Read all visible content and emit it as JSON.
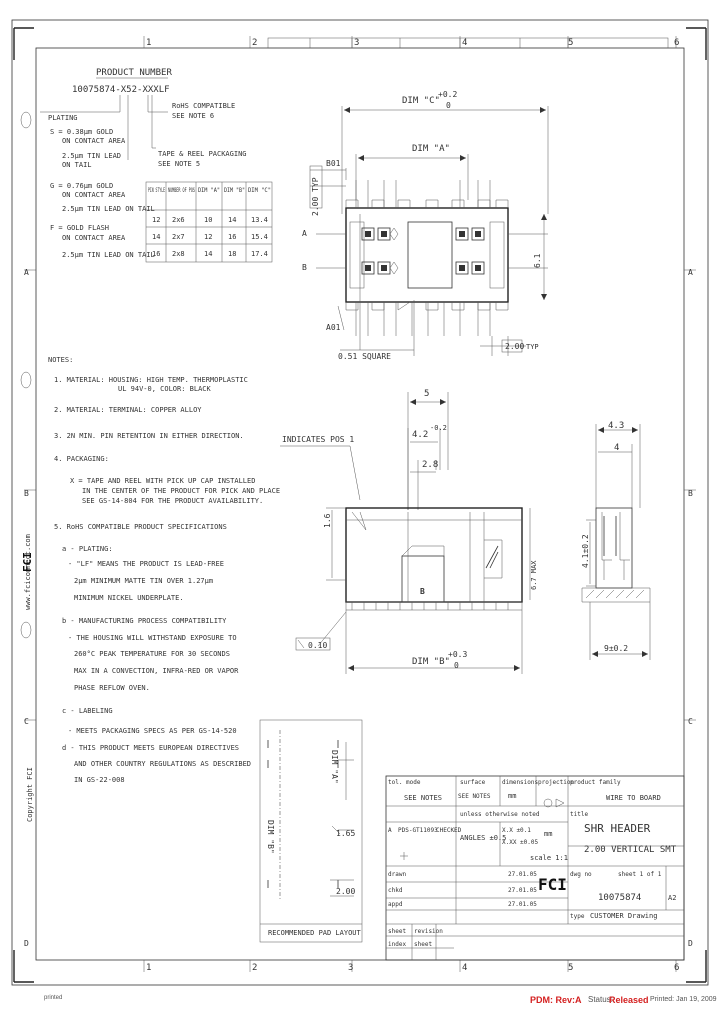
{
  "frame": {
    "cols_top": [
      "1",
      "2",
      "3",
      "4",
      "5",
      "6"
    ],
    "cols_bottom": [
      "1",
      "2",
      "3",
      "4",
      "5",
      "6"
    ],
    "rows": [
      "A",
      "B",
      "C",
      "D"
    ],
    "copyright": "Copyright FCI",
    "fci_vertical": "FCI",
    "fci_url": "www.fciconnect.com"
  },
  "product_number": {
    "title": "PRODUCT NUMBER",
    "code": "10075874-X52-XXXLF",
    "rohs": [
      "RoHS COMPATIBLE",
      "SEE NOTE 6"
    ],
    "tape": [
      "TAPE & REEL PACKAGING",
      "SEE NOTE 5"
    ]
  },
  "plating": {
    "title": "PLATING",
    "options": [
      [
        "S = 0.38µm GOLD",
        "ON CONTACT AREA",
        "2.5µm TIN LEAD",
        "ON TAIL"
      ],
      [
        "G = 0.76µm GOLD",
        "ON CONTACT AREA",
        "2.5µm TIN LEAD ON TAIL"
      ],
      [
        "F = GOLD FLASH",
        "ON CONTACT AREA",
        "2.5µm TIN LEAD ON TAIL"
      ]
    ]
  },
  "pin_table": {
    "headers": [
      "PIN STYLE",
      "NUMBER OF POS",
      "DIM \"A\"",
      "DIM \"B\"",
      "DIM \"C\""
    ],
    "rows": [
      [
        "12",
        "2x6",
        "10",
        "14",
        "13.4"
      ],
      [
        "14",
        "2x7",
        "12",
        "16",
        "15.4"
      ],
      [
        "16",
        "2x8",
        "14",
        "18",
        "17.4"
      ]
    ]
  },
  "notes": {
    "title": "NOTES:",
    "n1": [
      "1. MATERIAL: HOUSING: HIGH TEMP. THERMOPLASTIC",
      "UL 94V-0, COLOR: BLACK"
    ],
    "n2": "2. MATERIAL: TERMINAL: COPPER ALLOY",
    "n3": "3. 2N MIN. PIN RETENTION IN EITHER DIRECTION.",
    "n4": "4. PACKAGING:",
    "n4x": [
      "X = TAPE AND REEL WITH PICK UP CAP INSTALLED",
      "IN THE CENTER OF THE PRODUCT FOR PICK AND PLACE",
      "SEE GS-14-804 FOR THE PRODUCT AVAILABILITY."
    ],
    "n5": "5. RoHS COMPATIBLE PRODUCT SPECIFICATIONS",
    "n5a": "a - PLATING:",
    "n5a_lines": [
      "- \"LF\" MEANS THE PRODUCT IS LEAD-FREE",
      "2µm MINIMUM MATTE TIN OVER 1.27µm",
      "MINIMUM NICKEL UNDERPLATE."
    ],
    "n5b": "b - MANUFACTURING PROCESS COMPATIBILITY",
    "n5b_lines": [
      "- THE HOUSING WILL WITHSTAND EXPOSURE TO",
      "260°C PEAK TEMPERATURE FOR 30 SECONDS",
      "MAX IN A CONVECTION, INFRA-RED OR VAPOR",
      "PHASE REFLOW OVEN."
    ],
    "n5c": "c - LABELING",
    "n5c_lines": [
      "- MEETS PACKAGING SPECS AS PER GS-14-520"
    ],
    "n5d": "d - THIS PRODUCT MEETS EUROPEAN DIRECTIVES",
    "n5d_lines": [
      "AND OTHER COUNTRY REGULATIONS AS DESCRIBED",
      "IN GS-22-008"
    ]
  },
  "dims": {
    "dim_c": "DIM \"C\"",
    "dim_c_tol": "+0.2",
    "dim_c_tol0": "0",
    "dim_a": "DIM \"A\"",
    "tol_b01": "B01",
    "pitch_typ": "2.00 TYP",
    "pad_typ": "2.00",
    "typ": "TYP",
    "sq": "0.51 SQUARE",
    "a01": "A01",
    "g1": "6.1",
    "dim_5": "5",
    "dim_42": "4.2",
    "dim_42_tol": "-0.2",
    "dim_28": "2.8",
    "pos1": "INDICATES POS 1",
    "dim_16": "1.6",
    "dim_b": "DIM \"B\"",
    "dim_b_tol": "+0.3",
    "dim_b_tol0": "0",
    "flat": "0.10",
    "box_b": "B",
    "dim_43": "4.3",
    "dim_4": "4",
    "dim_41": "4.1±0.2",
    "dim_9": "9±0.2",
    "dim_67": "6.7 MAX",
    "pad_label": "RECOMMENDED PAD LAYOUT",
    "pad_dim1": "1.65",
    "pad_dim2": "2.00",
    "pad_dim3": "DIM \"A\"",
    "pad_dim4": "DIM \"B\""
  },
  "title_block": {
    "r1": [
      "tol. mode",
      "surface",
      "dimensions",
      "projection",
      "product family"
    ],
    "r1v": [
      "SEE NOTES",
      "SEE NOTES",
      "mm",
      "",
      "WIRE TO BOARD"
    ],
    "r2": [
      "unless otherwise noted"
    ],
    "title_lbl": "title",
    "title1": "SHR HEADER",
    "title2": "2.00 VERTICAL SMT",
    "tol1": "X.X  ±0.1",
    "tol2": "X.XX ±0.05",
    "tol3": "ANGLES ±0.5",
    "units": "mm",
    "scale": "scale 1:1",
    "dwg_lbl": "dwg no",
    "dwg_no": "10075874",
    "sheet": "sheet 1 of 1",
    "size": "A2",
    "type_lbl": "type",
    "type": "CUSTOMER Drawing",
    "drawn": "drawn",
    "checked": "chkd",
    "appd": "appd",
    "date1": "27.01.05",
    "date2": "27.01.05",
    "date3": "27.01.05",
    "rev_row": [
      "A",
      "PDS-GT11093",
      "CHECKED"
    ],
    "bottom": [
      "sheet",
      "revision",
      "index",
      "sheet"
    ],
    "logo": "FCI"
  },
  "footer": {
    "printed": "printed",
    "pdm": "PDM: Rev:A",
    "status_lbl": "Status:",
    "status": "Released",
    "printed_date": "Printed: Jan 19, 2009"
  },
  "accent": "#d42020"
}
